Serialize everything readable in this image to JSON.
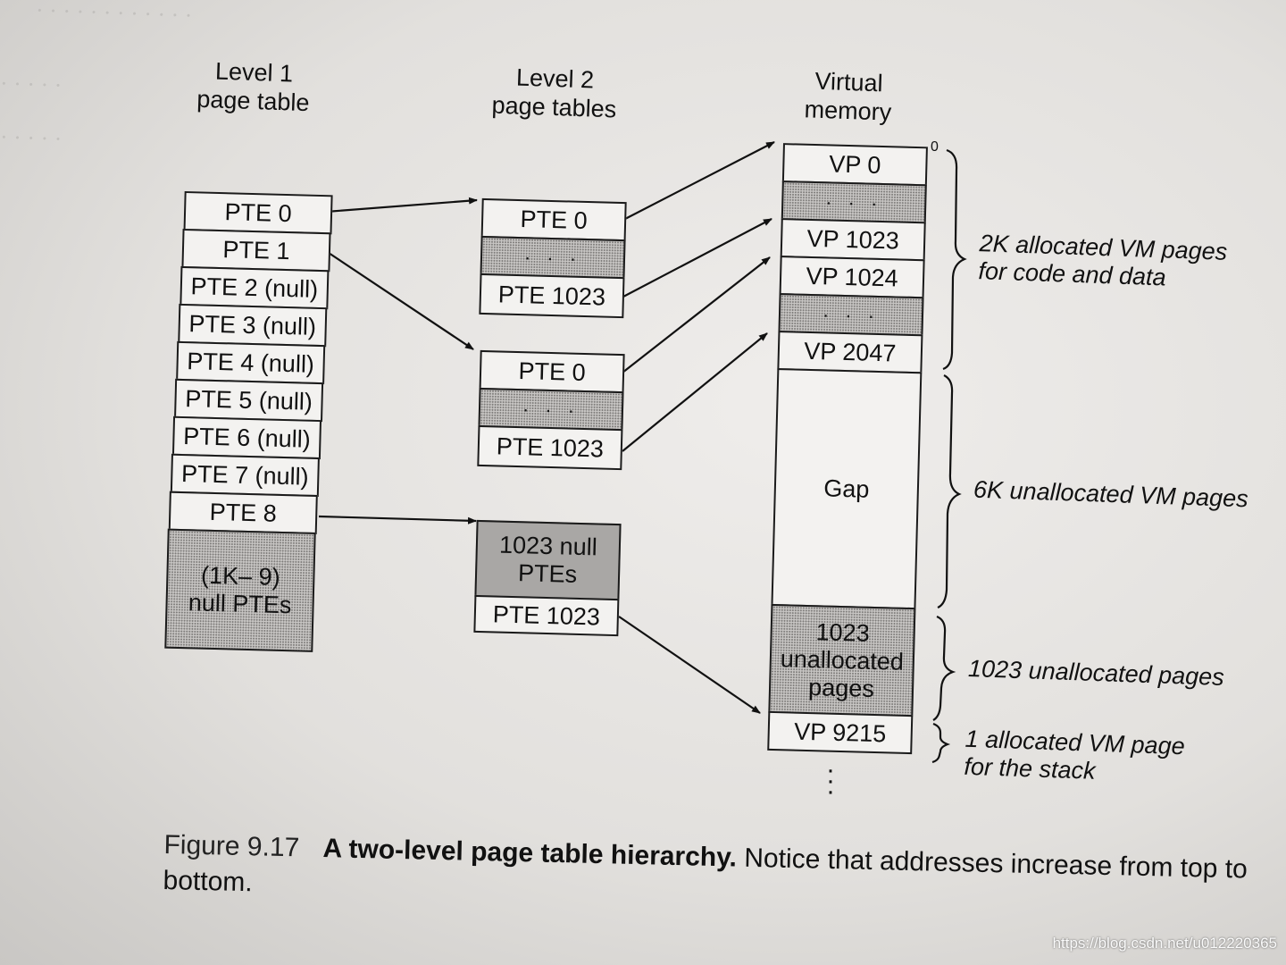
{
  "headers": {
    "level1": "Level 1\npage table",
    "level2": "Level 2\npage tables",
    "vm": "Virtual\nmemory"
  },
  "level1_entries": [
    "PTE 0",
    "PTE 1",
    "PTE 2 (null)",
    "PTE 3 (null)",
    "PTE 4 (null)",
    "PTE 5 (null)",
    "PTE 6 (null)",
    "PTE 7 (null)",
    "PTE 8",
    "(1K– 9)\nnull PTEs"
  ],
  "level2_table_a": [
    "PTE 0",
    "· · ·",
    "PTE 1023"
  ],
  "level2_table_b": [
    "PTE 0",
    "· · ·",
    "PTE 1023"
  ],
  "level2_table_c": [
    "1023 null\nPTEs",
    "PTE 1023"
  ],
  "vm_entries": [
    "VP 0",
    "· · ·",
    "VP 1023",
    "VP 1024",
    "· · ·",
    "VP 2047",
    "Gap",
    "1023\nunallocated\npages",
    "VP 9215"
  ],
  "vm_zero": "0",
  "vm_continuation": "·\n·\n·",
  "annotations": {
    "allocated": "2K allocated VM pages\nfor code and data",
    "gap": "6K unallocated VM pages",
    "unallocated": "1023 unallocated pages",
    "stack": "1 allocated VM page\nfor the stack"
  },
  "caption": {
    "label": "Figure 9.17",
    "title": "A two-level page table hierarchy.",
    "text": "Notice that addresses increase from top to bottom."
  },
  "watermark": "https://blog.csdn.net/u012220365"
}
